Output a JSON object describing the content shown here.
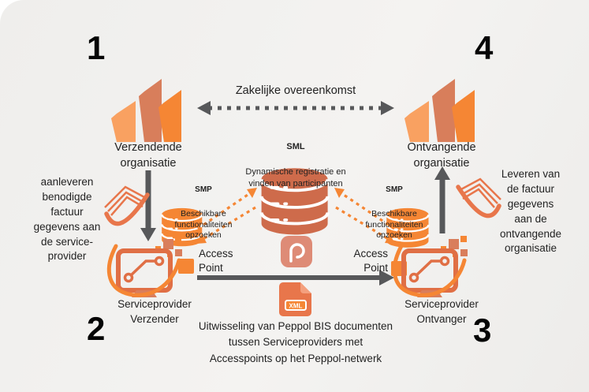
{
  "steps": {
    "one": "1",
    "two": "2",
    "three": "3",
    "four": "4"
  },
  "organizations": {
    "sender": "Verzendende\norganisatie",
    "receiver": "Ontvangende\norganisatie"
  },
  "agreement_label": "Zakelijke overeenkomst",
  "sml": {
    "title": "SML",
    "description": "Dynamische registratie en\nvinden van participanten"
  },
  "smp_left": {
    "title": "SMP",
    "description": "Beschikbare\nfunctionaliteiten\nopzoeken"
  },
  "smp_right": {
    "title": "SMP",
    "description": "Beschikbare\nfunctionaliteiten\nopzoeken"
  },
  "side_notes": {
    "left": "aanleveren\nbenodigde\nfactuur\ngegevens aan\nde service-\nprovider",
    "right": "Leveren van\nde factuur\ngegevens\naan de\nontvangende\norganisatie"
  },
  "access_point_left": "Access\nPoint",
  "access_point_right": "Access\nPoint",
  "service_providers": {
    "sender": "Serviceprovider\nVerzender",
    "receiver": "Serviceprovider\nOntvanger"
  },
  "exchange_note": "Uitwisseling van Peppol BIS documenten\ntussen Serviceproviders met\nAccesspoints op het Peppol-netwerk",
  "xml_badge": "XML",
  "icons": {
    "sender_building": "building-icon",
    "receiver_building": "building-icon",
    "sml_registry": "database-icon",
    "smp_left_db": "database-icon",
    "smp_right_db": "database-icon",
    "peppol_logo": "peppol-logo",
    "xml_document": "xml-document-icon",
    "sender_provider": "monitor-icon",
    "receiver_provider": "monitor-icon",
    "left_papers": "document-pages-icon",
    "right_papers": "document-pages-icon"
  },
  "colors": {
    "orange": "#F58634",
    "light_orange": "#F9A161",
    "salmon": "#D97E5C",
    "terracotta": "#CE6B4B",
    "peppol_logo_bg": "#DE8B76",
    "arrow_gray": "#57585A",
    "text": "#1F1F1F",
    "background": "#F0EFED"
  }
}
